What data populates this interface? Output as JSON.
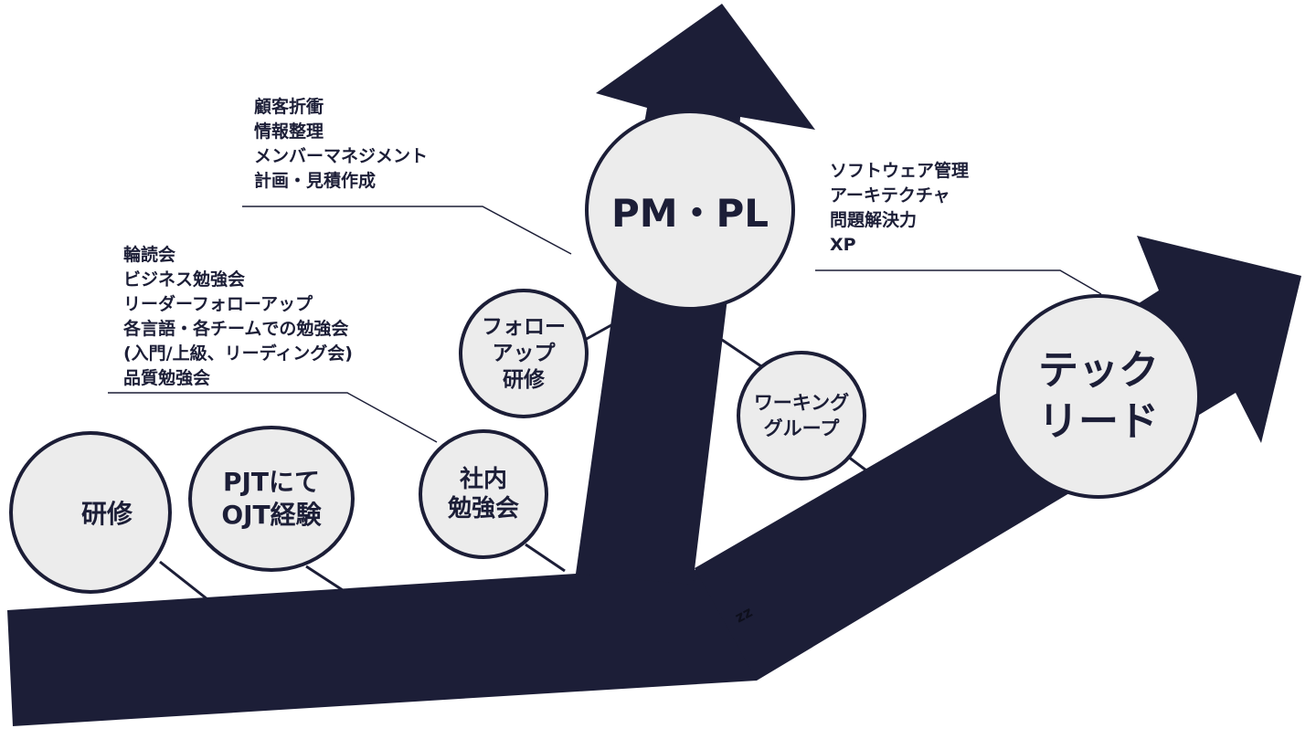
{
  "colors": {
    "arrow": "#1c1e37",
    "node_fill": "#ececec",
    "node_border": "#1c1e37",
    "text": "#1c1e37",
    "flame": "#e8512a"
  },
  "icons": {
    "flame": "flame-icon"
  },
  "nodes": {
    "training": "研修",
    "pjt_ojt": "PJTにて\nOJT経験",
    "internal_study": "社内\n勉強会",
    "followup": "フォロー\nアップ\n研修",
    "pm_pl": "PM・PL",
    "working_group": "ワーキング\nグループ",
    "tech_lead": "テック\nリード"
  },
  "notes": {
    "pm_skills": "顧客折衝\n情報整理\nメンバーマネジメント\n計画・見積作成",
    "study_list": "輪読会\nビジネス勉強会\nリーダーフォローアップ\n各言語・各チームでの勉強会\n(入門/上級、リーディング会)\n品質勉強会",
    "tech_skills": "ソフトウェア管理\nアーキテクチャ\n問題解決力\nXP"
  },
  "zz": "zz"
}
